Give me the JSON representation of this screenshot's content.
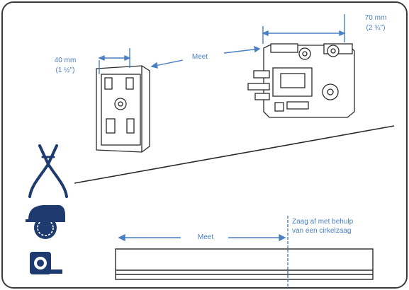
{
  "labels": {
    "left_width_mm": "40 mm",
    "left_width_in": "(1 ½\")",
    "right_width_mm": "70 mm",
    "right_width_in": "(2 ¾\")",
    "measure_top": "Meet",
    "measure_bottom": "Meet",
    "saw_line1": "Zaag af met behulp",
    "saw_line2": "van een cirkelzaag"
  },
  "colors": {
    "border": "#3b3b3b",
    "accent_blue": "#4a7fc1",
    "icon_navy": "#1e3a6e",
    "ink": "#2b2b2b"
  },
  "icons": [
    "pliers-icon",
    "circular-saw-icon",
    "tape-measure-icon"
  ]
}
